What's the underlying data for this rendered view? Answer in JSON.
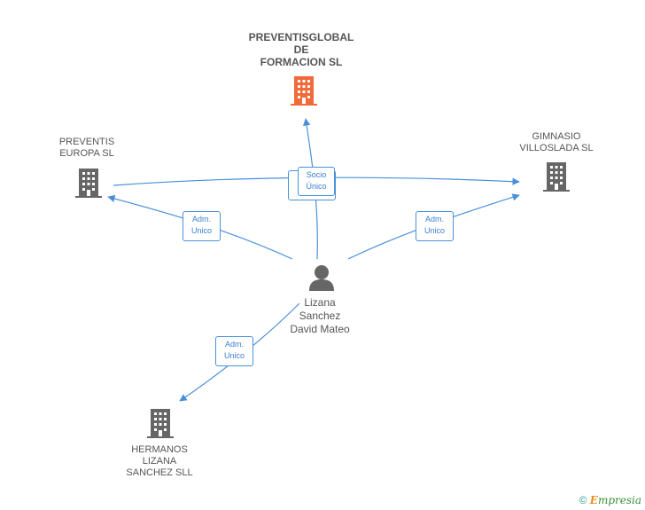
{
  "nodes": {
    "preventisglobal": {
      "label_lines": [
        "PREVENTISGLOBAL",
        "DE",
        "FORMACION SL"
      ],
      "icon": "building-icon",
      "color": "#f26a3a"
    },
    "preventis_europa": {
      "label_lines": [
        "PREVENTIS",
        "EUROPA SL"
      ],
      "icon": "building-icon",
      "color": "#666666"
    },
    "gimnasio": {
      "label_lines": [
        "GIMNASIO",
        "VILLOSLADA SL"
      ],
      "icon": "building-icon",
      "color": "#666666"
    },
    "hermanos": {
      "label_lines": [
        "HERMANOS",
        "LIZANA",
        "SANCHEZ SLL"
      ],
      "icon": "building-icon",
      "color": "#666666"
    },
    "person": {
      "label_lines": [
        "Lizana",
        "Sanchez",
        "David Mateo"
      ],
      "icon": "person-icon",
      "color": "#666666"
    }
  },
  "relations": [
    {
      "id": "socio",
      "lines": [
        "Socio",
        "Único"
      ]
    },
    {
      "id": "adm_preventis",
      "lines": [
        "Adm.",
        "Unico"
      ]
    },
    {
      "id": "adm_gimnasio",
      "lines": [
        "Adm.",
        "Unico"
      ]
    },
    {
      "id": "adm_hermanos",
      "lines": [
        "Adm.",
        "Unico"
      ]
    }
  ],
  "footer": {
    "copyright_symbol": "©",
    "brand_first": "E",
    "brand_rest": "mpresia"
  },
  "colors": {
    "link": "#4a90d9",
    "building_main": "#f26a3a",
    "building": "#666666"
  }
}
